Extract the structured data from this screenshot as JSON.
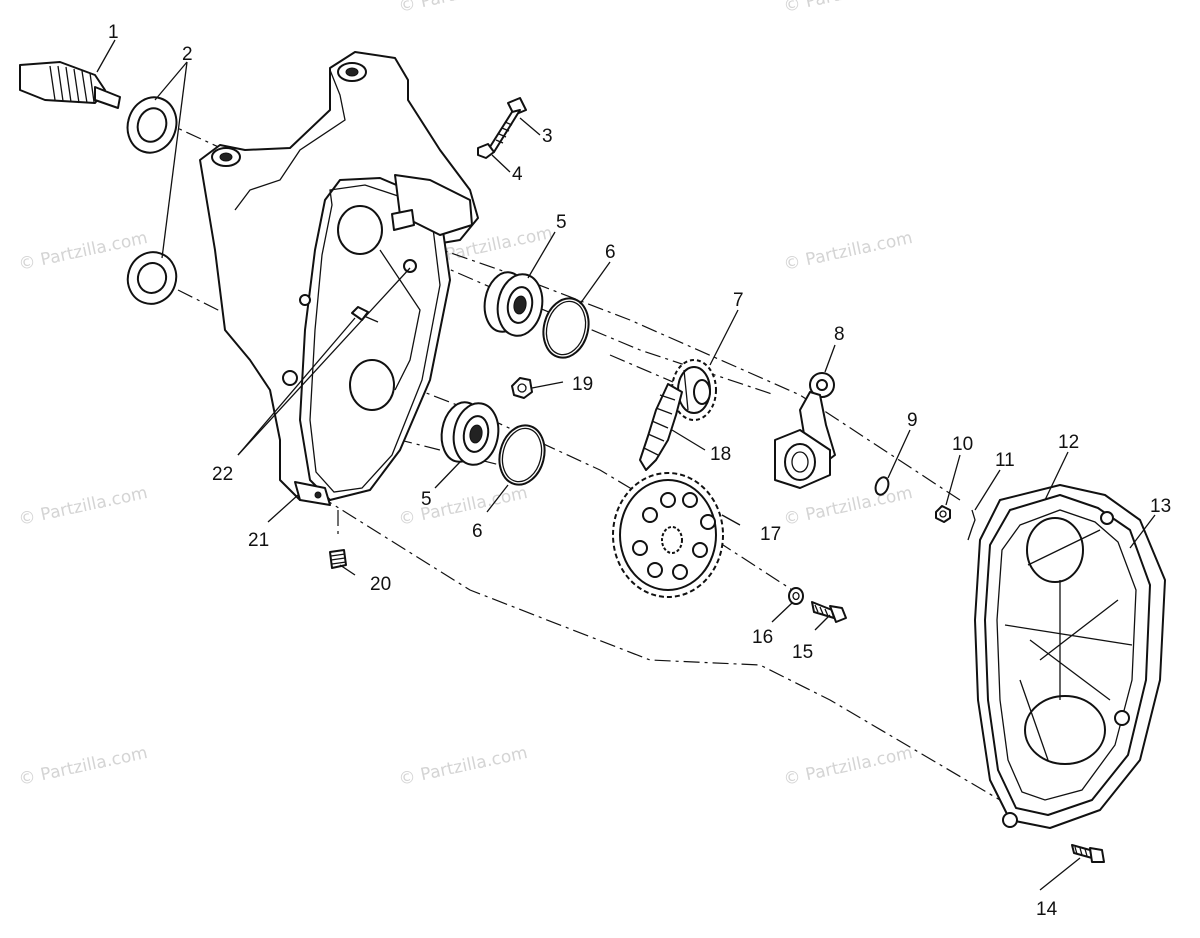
{
  "watermark": "© Partzilla.com",
  "callouts": [
    "1",
    "2",
    "3",
    "4",
    "5",
    "6",
    "7",
    "8",
    "9",
    "10",
    "11",
    "12",
    "13",
    "14",
    "15",
    "16",
    "17",
    "18",
    "19",
    "20",
    "21",
    "22",
    "5",
    "6"
  ]
}
